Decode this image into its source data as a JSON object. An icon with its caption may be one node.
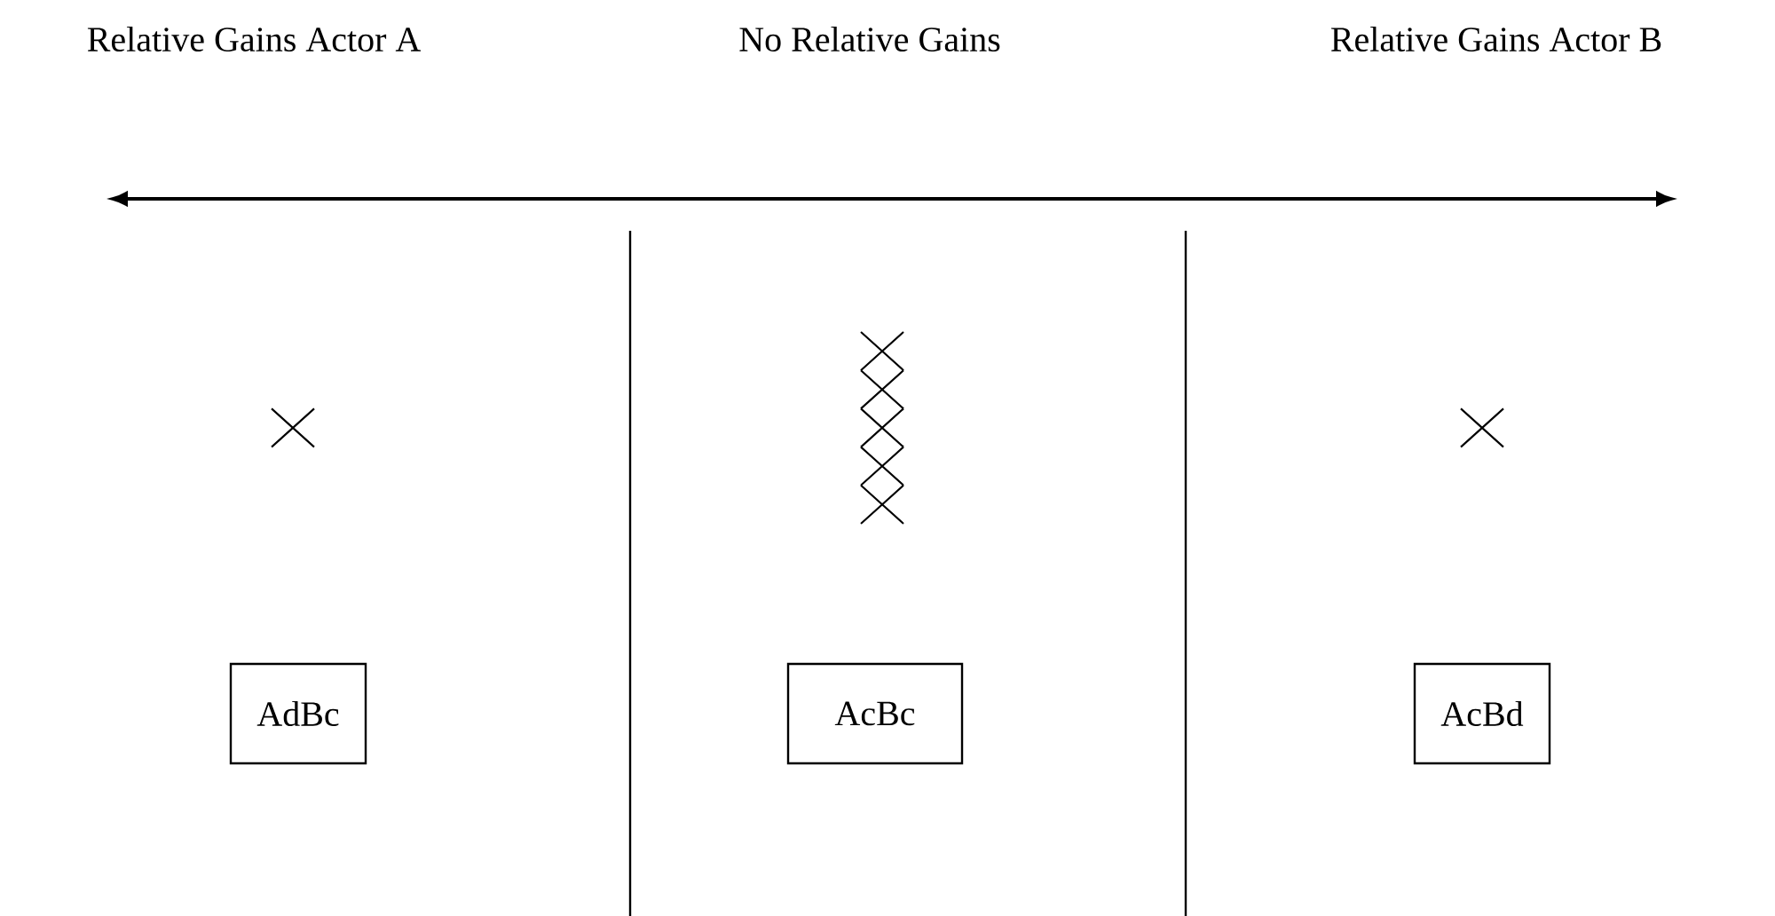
{
  "diagram": {
    "nodes": [
      {
        "text": [
          "AdBc"
        ]
      },
      {
        "text": [
          "AcBc"
        ]
      },
      {
        "text": [
          "AcBd"
        ]
      }
    ],
    "labels": [
      "Relative Gains Actor A",
      "No Relative Gains",
      "Relative Gains Actor B"
    ]
  }
}
